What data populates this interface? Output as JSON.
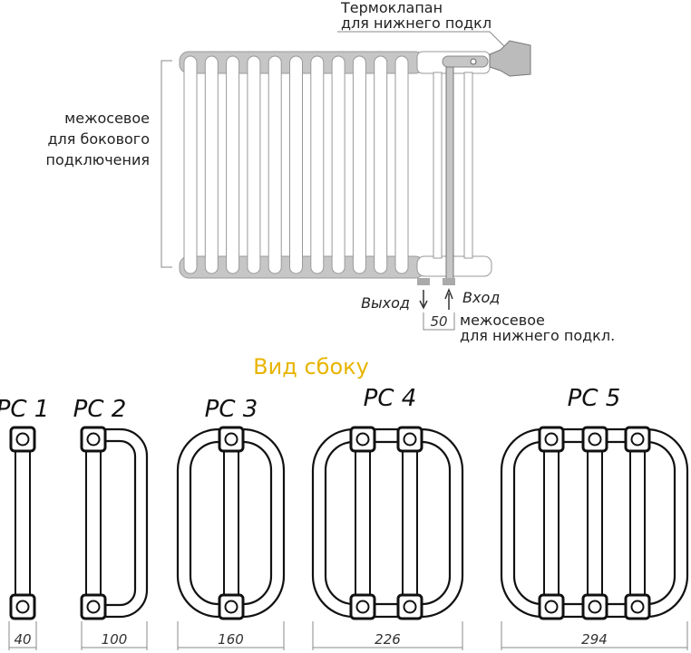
{
  "front_view": {
    "thermovalve_label": [
      "Термоклапан",
      "для нижнего подкл"
    ],
    "side_spacing_label": [
      "межосевое",
      "для бокового",
      "подключения"
    ],
    "outlet_label": "Выход",
    "inlet_label": "Вход",
    "bottom_spacing_value": "50",
    "bottom_spacing_label": [
      "межосевое",
      "для нижнего подкл."
    ]
  },
  "side_view": {
    "title": "Вид сбоку",
    "title_color": "#e8b400",
    "variants": [
      {
        "name": "РС 1",
        "width": "40"
      },
      {
        "name": "РС 2",
        "width": "100"
      },
      {
        "name": "РС 3",
        "width": "160"
      },
      {
        "name": "РС 4",
        "width": "226"
      },
      {
        "name": "РС 5",
        "width": "294"
      }
    ]
  }
}
